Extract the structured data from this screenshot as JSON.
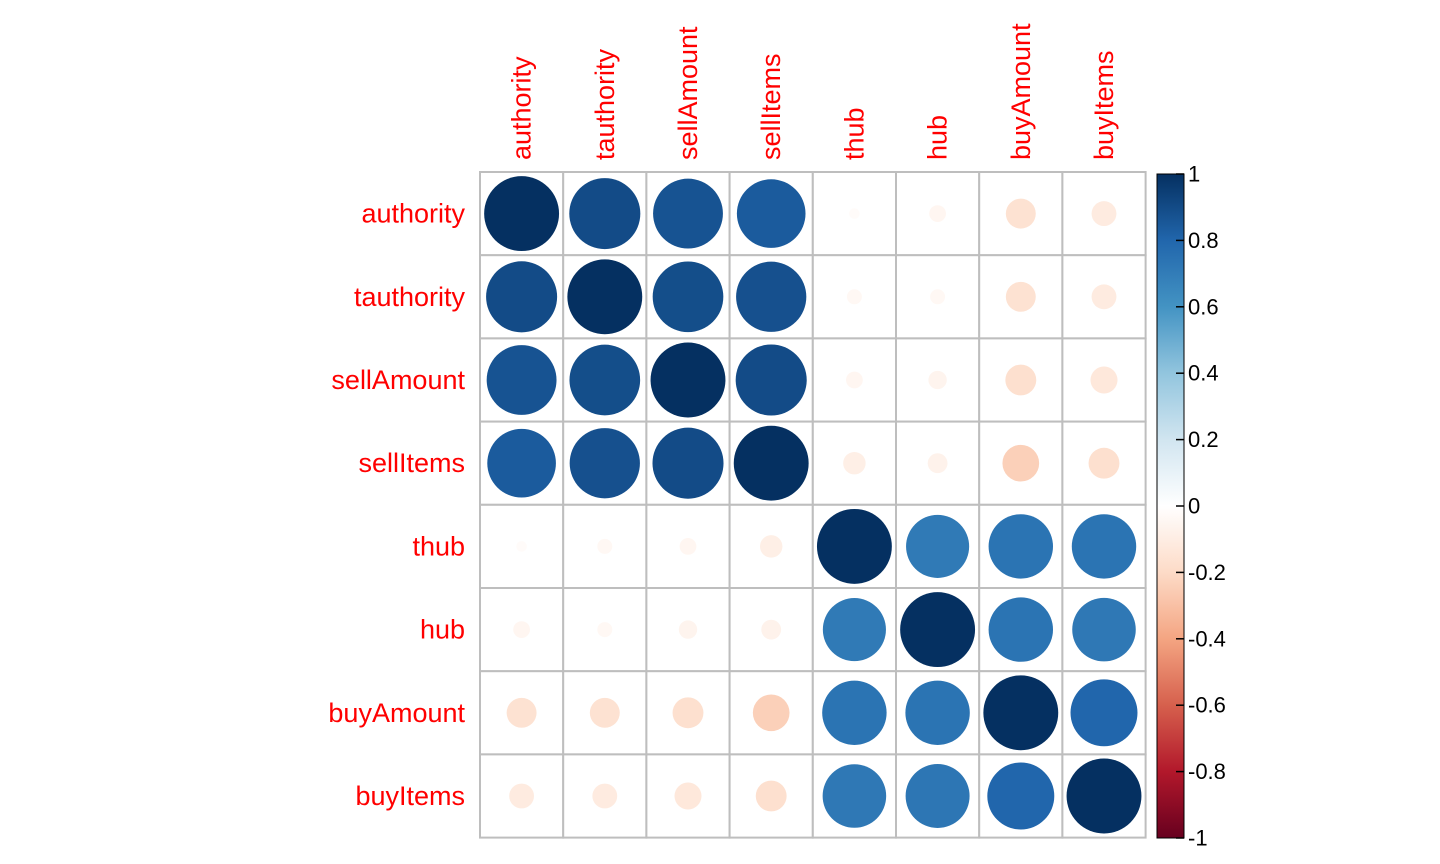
{
  "chart_data": {
    "type": "heatmap",
    "variables": [
      "authority",
      "tauthority",
      "sellAmount",
      "sellItems",
      "thub",
      "hub",
      "buyAmount",
      "buyItems"
    ],
    "values": [
      [
        1.0,
        0.9,
        0.87,
        0.84,
        -0.02,
        -0.05,
        -0.16,
        -0.11
      ],
      [
        0.9,
        1.0,
        0.89,
        0.88,
        -0.04,
        -0.04,
        -0.16,
        -0.11
      ],
      [
        0.87,
        0.89,
        1.0,
        0.9,
        -0.05,
        -0.06,
        -0.17,
        -0.13
      ],
      [
        0.84,
        0.88,
        0.9,
        1.0,
        -0.09,
        -0.07,
        -0.24,
        -0.17
      ],
      [
        -0.02,
        -0.04,
        -0.05,
        -0.09,
        1.0,
        0.71,
        0.74,
        0.74
      ],
      [
        -0.05,
        -0.04,
        -0.06,
        -0.07,
        0.71,
        1.0,
        0.74,
        0.72
      ],
      [
        -0.16,
        -0.16,
        -0.17,
        -0.24,
        0.74,
        0.74,
        1.0,
        0.8
      ],
      [
        -0.11,
        -0.11,
        -0.13,
        -0.17,
        0.72,
        0.73,
        0.8,
        1.0
      ]
    ],
    "colorbar": {
      "range": [
        -1,
        1
      ],
      "tick_values": [
        1,
        0.8,
        0.6,
        0.4,
        0.2,
        0,
        -0.2,
        -0.4,
        -0.6,
        -0.8,
        -1
      ],
      "tick_labels": [
        "1",
        "0.8",
        "0.6",
        "0.4",
        "0.2",
        "0",
        "-0.2",
        "-0.4",
        "-0.6",
        "-0.8",
        "-1"
      ],
      "colors": [
        "#67001F",
        "#B2182B",
        "#D6604D",
        "#F4A582",
        "#FDDBC7",
        "#FFFFFF",
        "#D1E5F0",
        "#92C5DE",
        "#4393C3",
        "#2166AC",
        "#053061"
      ]
    },
    "label_color": "#ff0000",
    "grid_color": "#bebebe",
    "legend_placement": "right"
  }
}
